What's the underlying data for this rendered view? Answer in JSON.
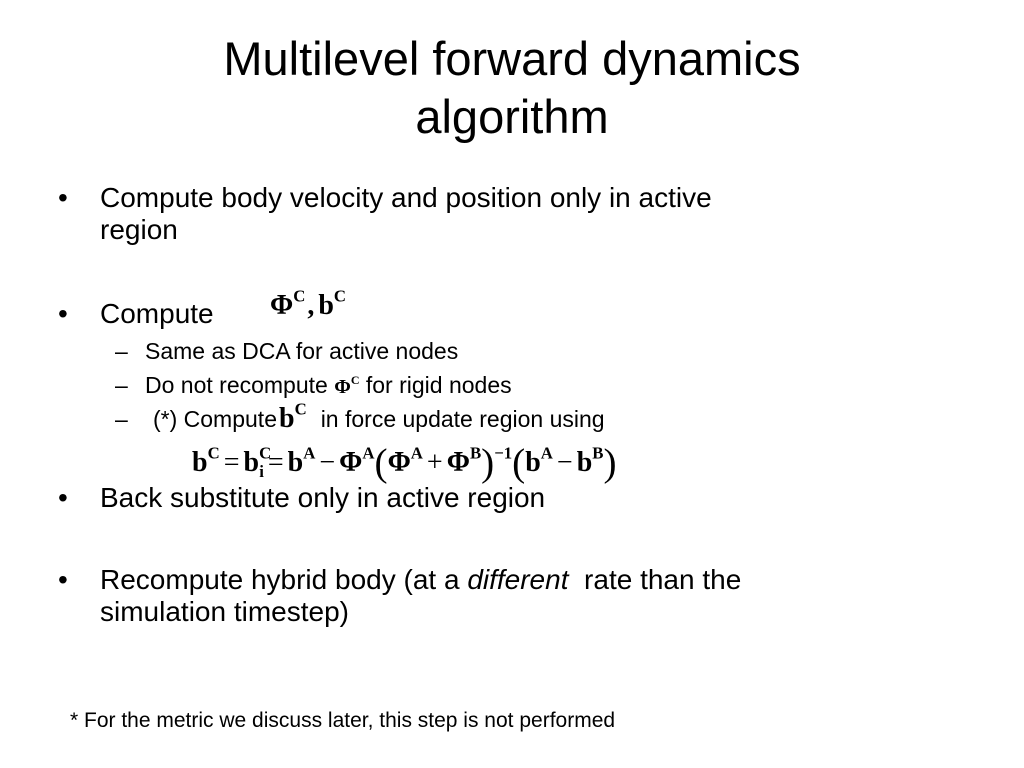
{
  "title": {
    "line1": "Multilevel forward dynamics",
    "line2": "algorithm"
  },
  "bullet_glyph": "•",
  "dash_glyph": "–",
  "bullets": [
    {
      "line1": "Compute body velocity and position only in active",
      "line2": "region"
    },
    {
      "text": "Compute",
      "formula": {
        "phi": "Φ",
        "sup_c": "C",
        "comma": ",",
        "b": "b"
      },
      "subs": [
        {
          "text": "Same as DCA for active nodes"
        },
        {
          "before": "Do not recompute",
          "symbol": "Φ",
          "sup": "C",
          "after": "for rigid nodes"
        },
        {
          "before": "(*) Compute",
          "symbol": "b",
          "sup": "C",
          "after": "in force update region using"
        }
      ]
    },
    {
      "text": "Back substitute only in active region"
    },
    {
      "before": "Recompute hybrid body (at a",
      "italic": "different",
      "after": "rate than the",
      "line2": "simulation timestep)"
    }
  ],
  "equation": {
    "b": "b",
    "phi": "Φ",
    "sup_a": "A",
    "sup_b": "B",
    "sup_c": "C",
    "sub_i": "i",
    "eq": "=",
    "minus": "−",
    "plus": "+",
    "lparen": "(",
    "rparen": ")",
    "inv": "−1"
  },
  "footnote": "* For the metric we discuss later, this step is not performed"
}
